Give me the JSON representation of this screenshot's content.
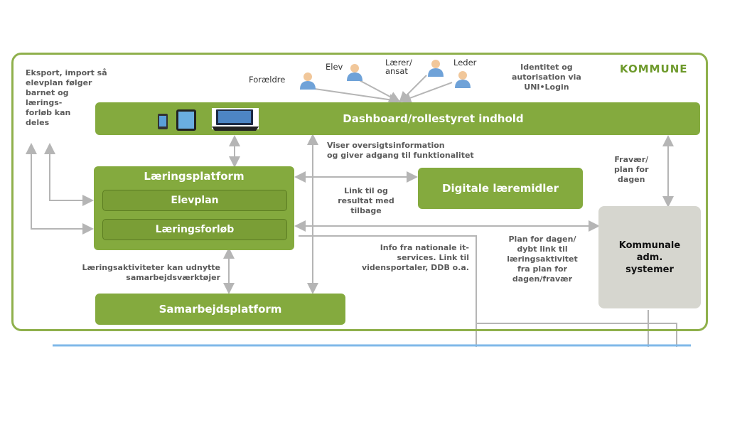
{
  "region_label": "KOMMUNE",
  "roles": [
    {
      "label": "Forældre"
    },
    {
      "label": "Elev"
    },
    {
      "label": "Lærer/\nansat"
    },
    {
      "label": "Leder"
    }
  ],
  "boxes": {
    "dashboard": "Dashboard/rollestyret indhold",
    "laeringsplatform": "Læringsplatform",
    "elevplan": "Elevplan",
    "laeringsforloeb": "Læringsforløb",
    "digitale": "Digitale læremidler",
    "samarbejd": "Samarbejdsplatform",
    "kommunale": "Kommunale\nadm.\nsystemer"
  },
  "notes": {
    "eksport": "Eksport, import så\nelevplan følger\nbarnet og\nlærings-\nforløb kan\ndeles",
    "identitet": "Identitet og\nautorisation via\nUNI•Login",
    "viser": "Viser oversigtsinformation\nog giver adgang til funktionalitet",
    "link": "Link til og\nresultat med\ntilbage",
    "fravaer": "Fravær/\nplan for\ndagen",
    "info": "Info fra nationale it-\nservices. Link til\nvidensportaler, DDB o.a.",
    "plan": "Plan for dagen/\ndybt link til\nlæringsaktivitet\nfra plan for\ndagen/fravær",
    "aktiviteter": "Læringsaktiviteter kan udnytte\nsamarbejdsværktøjer"
  },
  "colors": {
    "green": "#84aa3e",
    "frame": "#8fb04c",
    "gray_box": "#d6d6cf",
    "arrow": "#b5b5b5",
    "line_blue": "#7fb8e8"
  }
}
